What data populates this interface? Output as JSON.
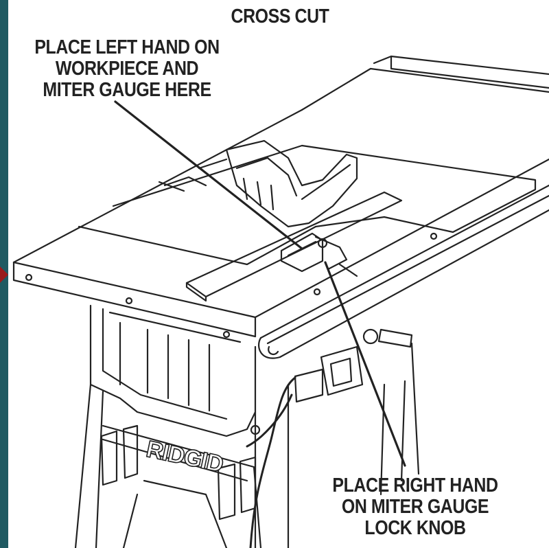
{
  "title": "CROSS CUT",
  "left_note": [
    "PLACE LEFT HAND ON",
    "WORKPIECE AND",
    "MITER GAUGE HERE"
  ],
  "right_note": [
    "PLACE RIGHT HAND",
    "ON MITER GAUGE",
    "LOCK KNOB"
  ],
  "brand": "RIDGID",
  "colors": {
    "background": "#1f5a62",
    "bullet": "#9a1c1c",
    "ink": "#222222"
  }
}
